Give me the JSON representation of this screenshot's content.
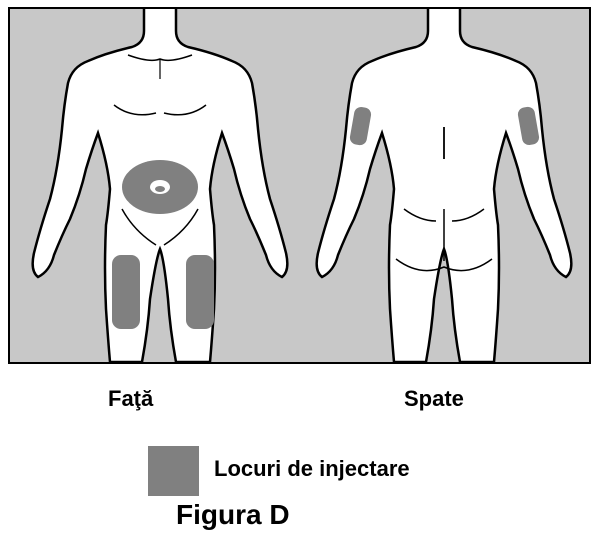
{
  "figure": {
    "front_label": "Faţă",
    "back_label": "Spate",
    "legend_label": "Locuri de injectare",
    "caption": "Figura D"
  },
  "colors": {
    "background": "#c8c8c8",
    "body_fill": "#ffffff",
    "outline": "#000000",
    "injection_site": "#808080"
  }
}
